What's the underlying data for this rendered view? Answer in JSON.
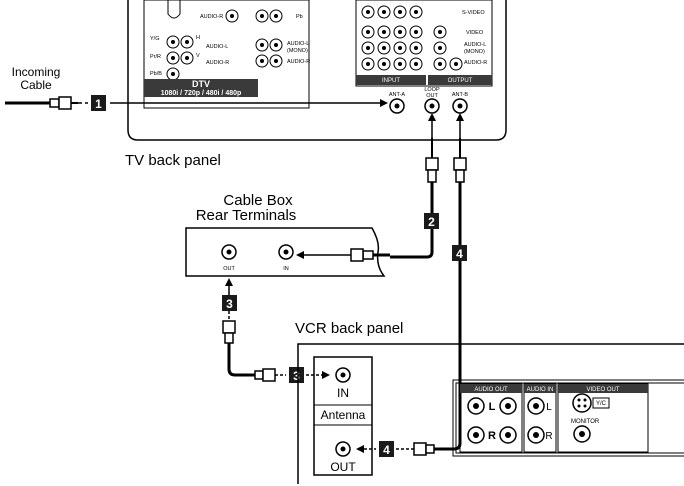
{
  "labels": {
    "incoming_cable": [
      "Incoming",
      "Cable"
    ],
    "tv_back_panel": "TV back panel",
    "cable_box_title": [
      "Cable Box",
      "Rear Terminals"
    ],
    "vcr_back_panel": "VCR back panel"
  },
  "tv_panel": {
    "ant_a": "ANT-A",
    "loop_out": [
      "LOOP",
      "OUT"
    ],
    "ant_b": "ANT-B",
    "input": "INPUT",
    "output": "OUTPUT",
    "dtv": "DTV",
    "dtv_modes": "1080i / 720p / 480i / 480p",
    "row_labels_left": [
      "Y/G",
      "Pr/R",
      "Pb/B"
    ],
    "jack_labels": [
      "AUDIO-R",
      "Pb",
      "H",
      "AUDIO-L",
      "V",
      "AUDIO-R",
      "AUDIO-L",
      "(MONO)",
      "AUDIO-R",
      "S-VIDEO",
      "VIDEO",
      "AUDIO-L",
      "(MONO)",
      "AUDIO-R"
    ]
  },
  "cable_box": {
    "out": "OUT",
    "in": "IN"
  },
  "vcr": {
    "in": "IN",
    "antenna": "Antenna",
    "out": "OUT",
    "audio_out": "AUDIO OUT",
    "audio_in": "AUDIO IN",
    "video_out": "VIDEO OUT",
    "l": "L",
    "r": "R",
    "ycr": "Y/C",
    "monitor": "MONITOR"
  },
  "steps": [
    "1",
    "2",
    "3",
    "4"
  ]
}
